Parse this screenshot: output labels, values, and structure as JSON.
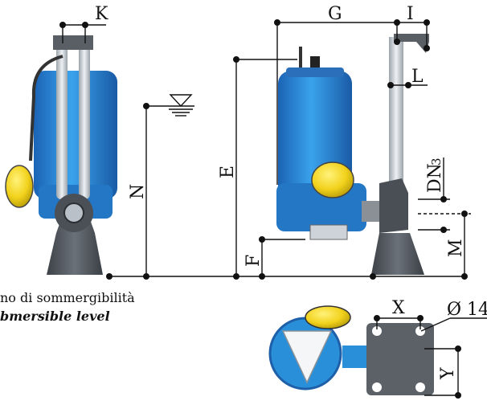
{
  "labels": {
    "K": "K",
    "G": "G",
    "I": "I",
    "L": "L",
    "N": "N",
    "E": "E",
    "F": "F",
    "DN": "DN",
    "DN_sub": "3",
    "M": "M",
    "X": "X",
    "Y": "Y",
    "diameter": "Ø 14"
  },
  "notes": {
    "level_it": "no di sommergibilità",
    "level_en": "bmersible level"
  },
  "colors": {
    "pump_blue": "#2a8fd9",
    "pump_dark_blue": "#1d5fa8",
    "float_yellow": "#f2d21c",
    "base_gray": "#555a60",
    "pipe_light": "#d8dde2",
    "line": "#111111"
  }
}
